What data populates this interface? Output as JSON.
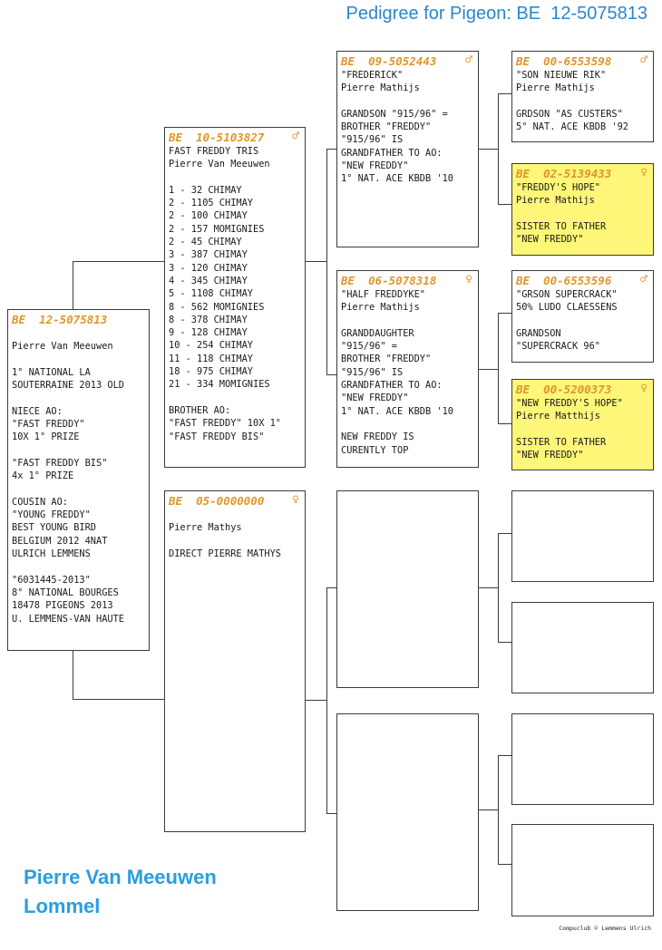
{
  "title": "Pedigree for Pigeon: BE  12-5075813",
  "owner": {
    "name": "Pierre Van Meeuwen",
    "city": "Lommel"
  },
  "credit": "Compuclub © Lemmens Ulrich",
  "colors": {
    "title": "#2a86cf",
    "ring": "#e0962c",
    "highlight": "#fdf678",
    "owner": "#2a9ee0"
  },
  "pigeons": {
    "subject": {
      "ring": "BE  12-5075813",
      "sex": "",
      "lines": [
        "",
        "Pierre Van Meeuwen",
        "",
        "1° NATIONAL LA",
        "SOUTERRAINE 2013 OLD",
        "",
        "NIECE AO:",
        "\"FAST FREDDY\"",
        "10X 1° PRIZE",
        "",
        "\"FAST FREDDY BIS\"",
        "4x 1° PRIZE",
        "",
        "COUSIN AO:",
        "\"YOUNG FREDDY\"",
        "BEST YOUNG BIRD",
        "BELGIUM 2012 4NAT",
        "ULRICH LEMMENS",
        "",
        "\"6031445-2013\"",
        "8° NATIONAL BOURGES",
        "18478 PIGEONS 2013",
        "U. LEMMENS-VAN HAUTE"
      ]
    },
    "father": {
      "ring": "BE  10-5103827",
      "sex": "♂",
      "lines": [
        "FAST FREDDY TRIS",
        "Pierre Van Meeuwen",
        "",
        "1 - 32 CHIMAY",
        "2 - 1105 CHIMAY",
        "2 - 100 CHIMAY",
        "2 - 157 MOMIGNIES",
        "2 - 45 CHIMAY",
        "3 - 387 CHIMAY",
        "3 - 120 CHIMAY",
        "4 - 345 CHIMAY",
        "5 - 1108 CHIMAY",
        "8 - 562 MOMIGNIES",
        "8 - 378 CHIMAY",
        "9 - 128 CHIMAY",
        "10 - 254 CHIMAY",
        "11 - 118 CHIMAY",
        "18 - 975 CHIMAY",
        "21 - 334 MOMIGNIES",
        "",
        "BROTHER AO:",
        "\"FAST FREDDY\" 10X 1°",
        "\"FAST FREDDY BIS\""
      ]
    },
    "mother": {
      "ring": "BE  05-0000000",
      "sex": "♀",
      "lines": [
        "",
        "Pierre Mathys",
        "",
        "DIRECT PIERRE MATHYS"
      ]
    },
    "ff": {
      "ring": "BE  09-5052443",
      "sex": "♂",
      "lines": [
        "\"FREDERICK\"",
        "Pierre Mathijs",
        "",
        "GRANDSON \"915/96\" =",
        "BROTHER \"FREDDY\"",
        "\"915/96\" IS",
        "GRANDFATHER TO AO:",
        "\"NEW FREDDY\"",
        "1° NAT. ACE KBDB '10"
      ]
    },
    "fm": {
      "ring": "BE  06-5078318",
      "sex": "♀",
      "lines": [
        "\"HALF FREDDYKE\"",
        "Pierre Mathijs",
        "",
        "GRANDDAUGHTER",
        "\"915/96\" =",
        "BROTHER \"FREDDY\"",
        "\"915/96\" IS",
        "GRANDFATHER TO AO:",
        "\"NEW FREDDY\"",
        "1° NAT. ACE KBDB '10",
        "",
        "NEW FREDDY IS",
        "CURENTLY TOP"
      ]
    },
    "fff": {
      "ring": "BE  00-6553598",
      "sex": "♂",
      "lines": [
        "\"SON NIEUWE RIK\"",
        "Pierre Mathijs",
        "",
        "GRDSON \"AS CUSTERS\"",
        "5° NAT. ACE KBDB '92"
      ]
    },
    "ffm": {
      "ring": "BE  02-5139433",
      "sex": "♀",
      "lines": [
        "\"FREDDY'S HOPE\"",
        "Pierre Mathijs",
        "",
        "SISTER TO FATHER",
        "\"NEW FREDDY\""
      ]
    },
    "fmf": {
      "ring": "BE  00-6553596",
      "sex": "♂",
      "lines": [
        "\"GRSON SUPERCRACK\"",
        "50% LUDO CLAESSENS",
        "",
        "GRANDSON",
        "\"SUPERCRACK 96\""
      ]
    },
    "fmm": {
      "ring": "BE  00-5200373",
      "sex": "♀",
      "lines": [
        "\"NEW FREDDY'S HOPE\"",
        "Pierre Matthijs",
        "",
        "SISTER TO FATHER",
        "\"NEW FREDDY\""
      ]
    }
  }
}
